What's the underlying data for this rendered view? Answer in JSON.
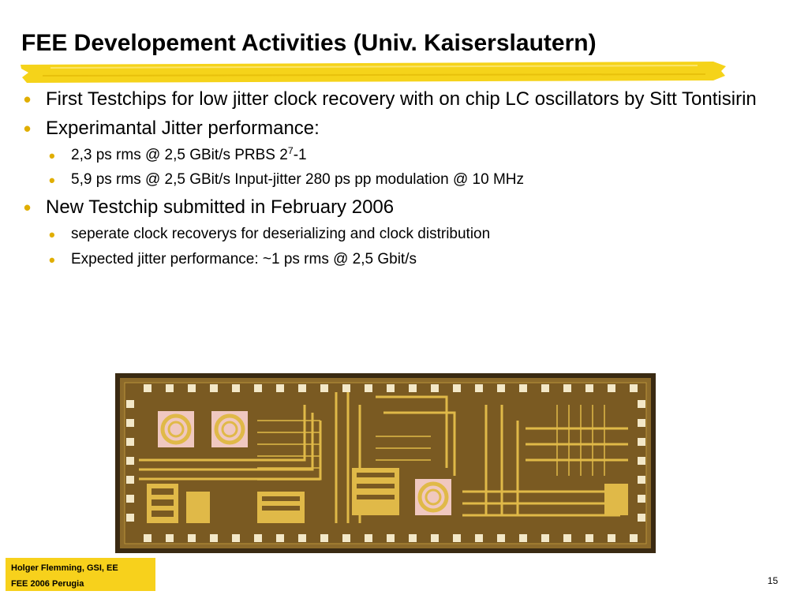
{
  "slide": {
    "title": "FEE Developement Activities (Univ. Kaiserslautern)",
    "bullets": [
      {
        "level": 1,
        "text": "First Testchips for low jitter clock recovery with on chip LC oscillators by Sitt Tontisirin"
      },
      {
        "level": 1,
        "text": "Experimantal Jitter performance:"
      },
      {
        "level": 2,
        "text": "2,3 ps rms @ 2,5 GBit/s PRBS 2",
        "sup": "7",
        "suffix": "-1"
      },
      {
        "level": 2,
        "text": "5,9 ps rms @ 2,5 GBit/s Input-jitter 280 ps pp modulation @ 10 MHz"
      },
      {
        "level": 1,
        "text": "New Testchip submitted in February 2006"
      },
      {
        "level": 2,
        "text": "seperate clock recoverys for deserializing and clock distribution"
      },
      {
        "level": 2,
        "text": "Expected jitter performance: ~1 ps rms @ 2,5 Gbit/s"
      }
    ],
    "footer": {
      "author": "Holger Flemming,  GSI, EE",
      "event": "FEE 2006 Perugia"
    },
    "page_number": "15"
  },
  "colors": {
    "highlight": "#f5d31a",
    "bullet": "#e0ae00",
    "footer_bg": "#f7d11c",
    "chip_bg": "#8c6a2a",
    "chip_metal": "#e0b948",
    "chip_pad": "#f3e8c8"
  },
  "icons": {
    "bullet": "bullet-dot-icon",
    "image": "chip-micrograph-image"
  }
}
